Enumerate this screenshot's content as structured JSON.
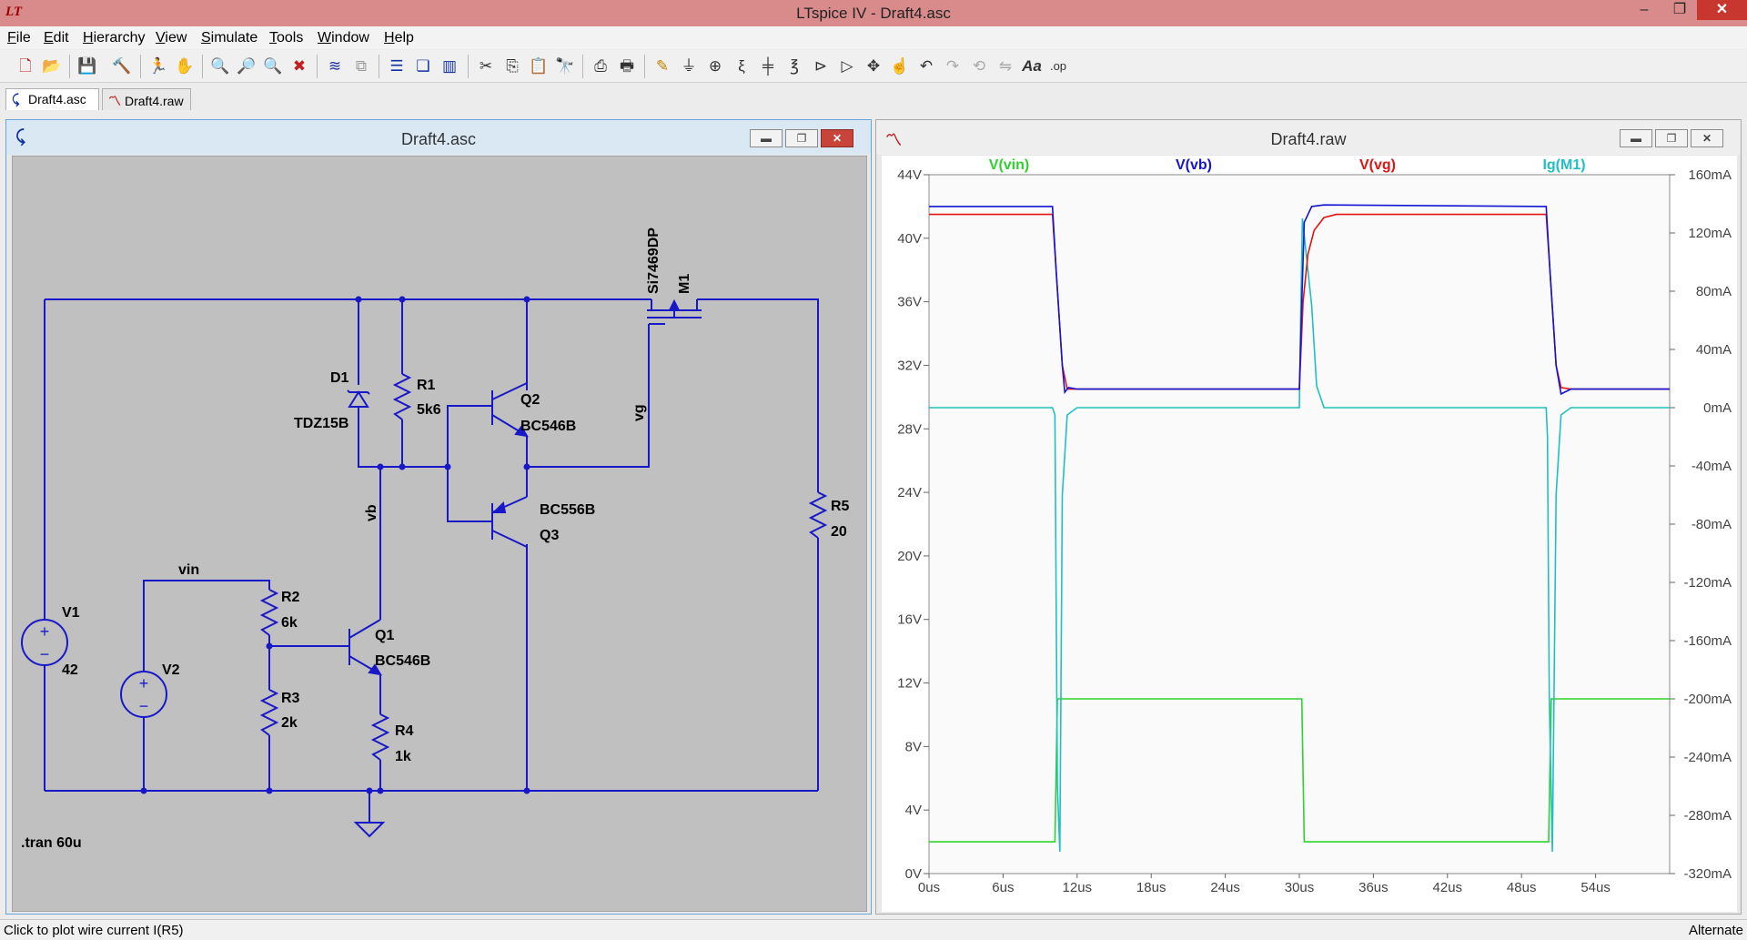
{
  "window": {
    "title": "LTspice IV - Draft4.asc",
    "app_icon": "LT"
  },
  "menu": [
    "File",
    "Edit",
    "Hierarchy",
    "View",
    "Simulate",
    "Tools",
    "Window",
    "Help"
  ],
  "toolbar": {
    "icons": [
      "new-schematic-icon",
      "open-icon",
      "save-icon",
      "control-panel-icon",
      "run-icon",
      "pan-icon",
      "zoom-in-icon",
      "zoom-rect-icon",
      "zoom-out-icon",
      "zoom-fit-icon",
      "autorange-icon",
      "undock-icon",
      "tile-horizontal-icon",
      "cascade-icon",
      "tile-vertical-icon",
      "cut-icon",
      "copy-icon",
      "paste-icon",
      "find-icon",
      "print-preview-icon",
      "print-icon",
      "draw-wire-icon",
      "ground-icon",
      "label-net-icon",
      "resistor-icon",
      "capacitor-icon",
      "inductor-icon",
      "diode-icon",
      "component-icon",
      "move-icon",
      "drag-icon",
      "undo-icon",
      "redo-icon",
      "rotate-icon",
      "mirror-icon",
      "text-icon",
      "spice-directive-icon"
    ]
  },
  "tabs": [
    {
      "label": "Draft4.asc",
      "active": true
    },
    {
      "label": "Draft4.raw",
      "active": false
    }
  ],
  "schematic": {
    "title": "Draft4.asc",
    "directive": ".tran 60u",
    "components": {
      "D1": {
        "name": "D1",
        "value": "TDZ15B"
      },
      "R1": {
        "name": "R1",
        "value": "5k6"
      },
      "Q2": {
        "name": "Q2",
        "value": "BC546B"
      },
      "M1": {
        "name": "M1",
        "value": "Si7469DP"
      },
      "Q3": {
        "name": "Q3",
        "value": "BC556B"
      },
      "R5": {
        "name": "R5",
        "value": "20"
      },
      "V1": {
        "name": "V1",
        "value": "42"
      },
      "V2": {
        "name": "V2",
        "value": ""
      },
      "R2": {
        "name": "R2",
        "value": "6k"
      },
      "R3": {
        "name": "R3",
        "value": "2k"
      },
      "Q1": {
        "name": "Q1",
        "value": "BC546B"
      },
      "R4": {
        "name": "R4",
        "value": "1k"
      }
    },
    "net_labels": {
      "vin": "vin",
      "vb": "vb",
      "vg": "vg"
    }
  },
  "waveform": {
    "title": "Draft4.raw",
    "traces": [
      {
        "label": "V(vin)",
        "color": "#2ed22e"
      },
      {
        "label": "V(vb)",
        "color": "#1414d4"
      },
      {
        "label": "V(vg)",
        "color": "#e01414"
      },
      {
        "label": "Ig(M1)",
        "color": "#20c0c0"
      }
    ]
  },
  "chart_data": {
    "type": "line",
    "title": "",
    "x_ticks": [
      "0us",
      "6us",
      "12us",
      "18us",
      "24us",
      "30us",
      "36us",
      "42us",
      "48us",
      "54us"
    ],
    "xlim": [
      0,
      60
    ],
    "y_left_ticks": [
      "44V",
      "40V",
      "36V",
      "32V",
      "28V",
      "24V",
      "20V",
      "16V",
      "12V",
      "8V",
      "4V",
      "0V"
    ],
    "ylim_left": [
      0,
      44
    ],
    "y_right_ticks": [
      "160mA",
      "120mA",
      "80mA",
      "40mA",
      "0mA",
      "-40mA",
      "-80mA",
      "-120mA",
      "-160mA",
      "-200mA",
      "-240mA",
      "-280mA",
      "-320mA"
    ],
    "ylim_right": [
      -320,
      160
    ],
    "legend_placement": "top",
    "series": [
      {
        "name": "V(vin)",
        "axis": "left",
        "x": [
          0,
          10.2,
          10.4,
          30.2,
          30.4,
          50.2,
          50.4,
          60
        ],
        "y": [
          2,
          2,
          11,
          11,
          2,
          2,
          11,
          11
        ]
      },
      {
        "name": "V(vb)",
        "axis": "left",
        "x": [
          0,
          10,
          10.3,
          10.8,
          11,
          11.3,
          12,
          30,
          30.2,
          30.4,
          31,
          32,
          50,
          50.3,
          50.8,
          51.2,
          52,
          60
        ],
        "y": [
          42,
          42,
          38,
          32,
          30.3,
          30.6,
          30.5,
          30.5,
          36,
          41,
          42,
          42.1,
          42,
          38,
          32,
          30.2,
          30.5,
          30.5
        ]
      },
      {
        "name": "V(vg)",
        "axis": "left",
        "x": [
          0,
          10,
          10.3,
          10.8,
          11.2,
          12,
          30,
          30.3,
          30.7,
          31.2,
          32,
          33,
          50,
          50.3,
          50.8,
          51.2,
          52,
          60
        ],
        "y": [
          41.5,
          41.5,
          38,
          32,
          30.5,
          30.5,
          30.5,
          36,
          39,
          40.5,
          41.3,
          41.5,
          41.5,
          38,
          32,
          30.6,
          30.5,
          30.5
        ]
      },
      {
        "name": "Ig(M1)",
        "axis": "right",
        "x": [
          0,
          10,
          10.2,
          10.4,
          10.6,
          10.8,
          11.2,
          12,
          30,
          30.1,
          30.25,
          30.5,
          31,
          31.4,
          32,
          50,
          50.1,
          50.25,
          50.5,
          50.8,
          51.2,
          52,
          60
        ],
        "y": [
          0,
          0,
          -5,
          -260,
          -305,
          -60,
          -5,
          0,
          0,
          60,
          130,
          110,
          70,
          15,
          0,
          0,
          -20,
          -200,
          -305,
          -60,
          -5,
          0,
          0
        ]
      }
    ]
  },
  "status": {
    "left": "Click to plot wire current I(R5)",
    "right": "Alternate"
  }
}
